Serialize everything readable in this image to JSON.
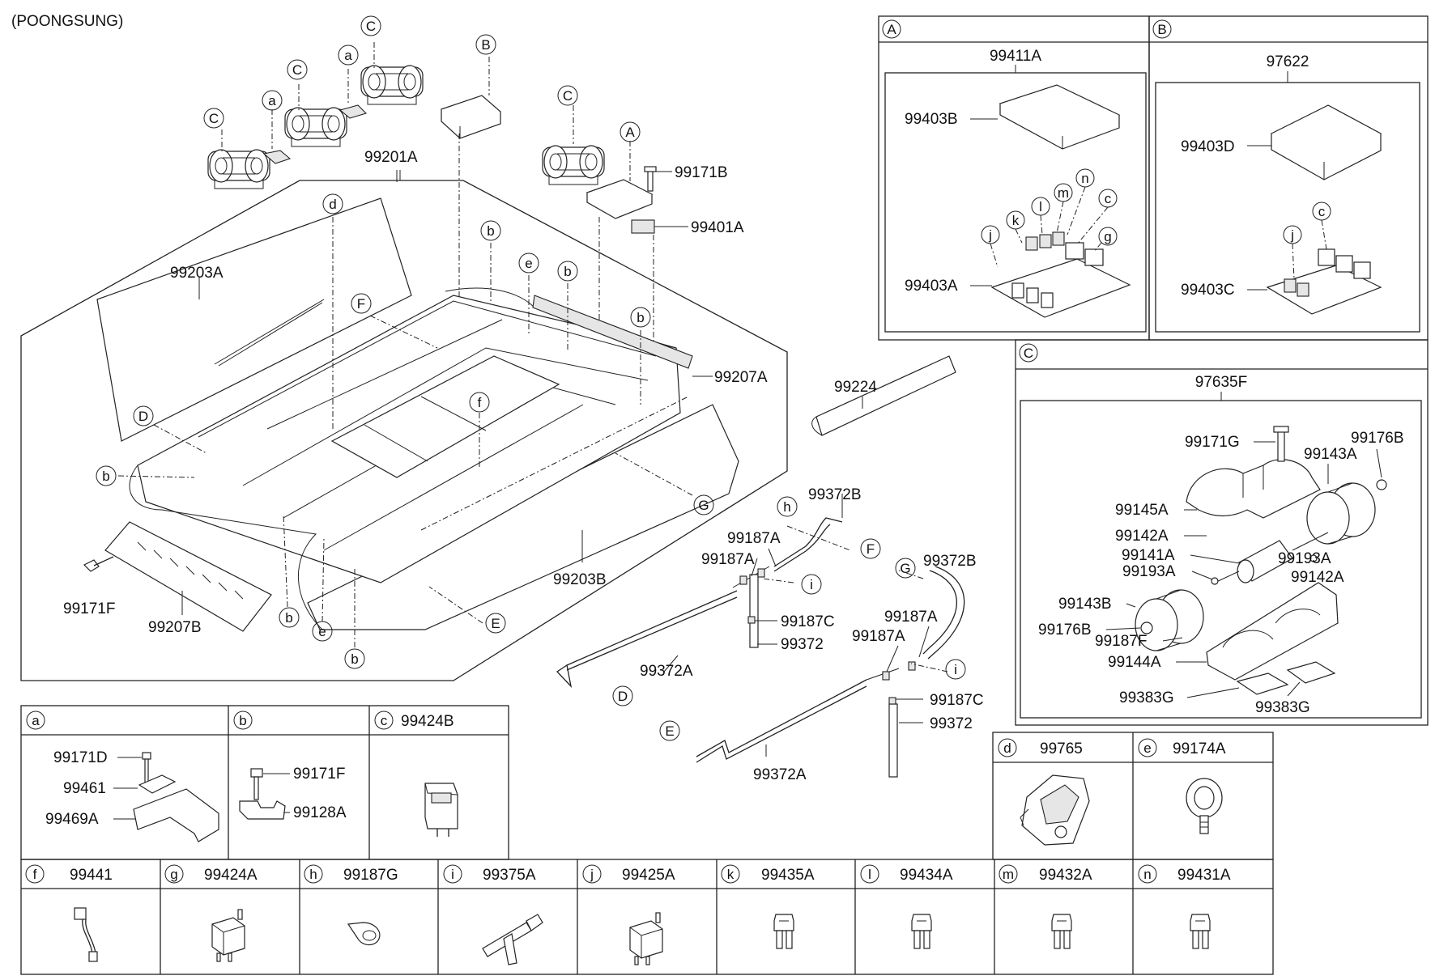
{
  "header": {
    "maker": "(POONGSUNG)"
  },
  "main_labels": {
    "p99201A": "99201A",
    "p99203A": "99203A",
    "p99207A": "99207A",
    "p99203B": "99203B",
    "p99207B": "99207B",
    "p99171F": "99171F",
    "p99171B": "99171B",
    "p99401A": "99401A",
    "p99224": "99224",
    "p99372B_1": "99372B",
    "p99372B_2": "99372B",
    "p99187A_1": "99187A",
    "p99187A_2": "99187A",
    "p99187A_3": "99187A",
    "p99187A_4": "99187A",
    "p99187C_1": "99187C",
    "p99187C_2": "99187C",
    "p99372_1": "99372",
    "p99372_2": "99372",
    "p99372A_1": "99372A",
    "p99372A_2": "99372A"
  },
  "callouts": {
    "C1": "C",
    "C2": "C",
    "C3": "C",
    "C4": "C",
    "a1": "a",
    "a2": "a",
    "B1": "B",
    "A1": "A",
    "d1": "d",
    "b1": "b",
    "e1": "e",
    "b2": "b",
    "b3": "b",
    "F1": "F",
    "f1": "f",
    "D1": "D",
    "b4": "b",
    "G1": "G",
    "b5": "b",
    "e2": "e",
    "b6": "b",
    "E1": "E",
    "h1": "h",
    "F2": "F",
    "i1": "i",
    "G2": "G",
    "i2": "i",
    "D2": "D",
    "E2": "E"
  },
  "panel_A": {
    "letter": "A",
    "title": "99411A",
    "labels": {
      "cover": "99403B",
      "board": "99403A"
    },
    "callouts": {
      "j": "j",
      "k": "k",
      "l": "l",
      "m": "m",
      "n": "n",
      "c": "c",
      "g": "g"
    }
  },
  "panel_B": {
    "letter": "B",
    "title": "97622",
    "labels": {
      "cover": "99403D",
      "board": "99403C"
    },
    "callouts": {
      "j": "j",
      "c": "c"
    }
  },
  "panel_C": {
    "letter": "C",
    "title": "97635F",
    "labels": {
      "l99171G": "99171G",
      "l99176B_1": "99176B",
      "l99143A": "99143A",
      "l99145A": "99145A",
      "l99142A_1": "99142A",
      "l99141A": "99141A",
      "l99193A_1": "99193A",
      "l99193A_2": "99193A",
      "l99142A_2": "99142A",
      "l99143B": "99143B",
      "l99176B_2": "99176B",
      "l99187F": "99187F",
      "l99144A": "99144A",
      "l99383G_1": "99383G",
      "l99383G_2": "99383G"
    }
  },
  "cells": {
    "a": {
      "letter": "a",
      "part": "",
      "labels": [
        "99171D",
        "99461",
        "99469A"
      ]
    },
    "b": {
      "letter": "b",
      "part": "",
      "labels": [
        "99171F",
        "99128A"
      ]
    },
    "c": {
      "letter": "c",
      "part": "99424B"
    },
    "d": {
      "letter": "d",
      "part": "99765"
    },
    "e": {
      "letter": "e",
      "part": "99174A"
    },
    "f": {
      "letter": "f",
      "part": "99441"
    },
    "g": {
      "letter": "g",
      "part": "99424A"
    },
    "h": {
      "letter": "h",
      "part": "99187G"
    },
    "i": {
      "letter": "i",
      "part": "99375A"
    },
    "j": {
      "letter": "j",
      "part": "99425A"
    },
    "k": {
      "letter": "k",
      "part": "99435A"
    },
    "l": {
      "letter": "l",
      "part": "99434A"
    },
    "m": {
      "letter": "m",
      "part": "99432A"
    },
    "n": {
      "letter": "n",
      "part": "99431A"
    }
  },
  "icons": [
    "blower-motor-icon",
    "relay-icon",
    "fuse-icon",
    "eye-bolt-icon",
    "connector-icon",
    "clip-icon",
    "t-joint-icon"
  ]
}
